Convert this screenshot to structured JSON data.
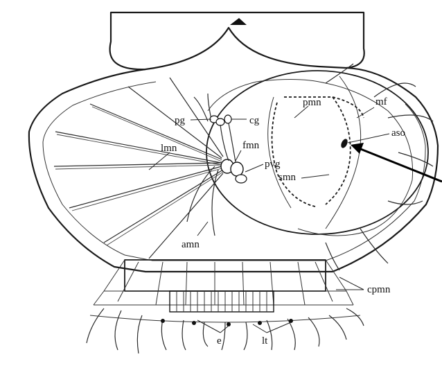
{
  "labels": {
    "pg": "pg",
    "cg": "cg",
    "pmn": "pmn",
    "mf": "mf",
    "aso": "aso",
    "lmn": "lmn",
    "fmn": "fmn",
    "pvg": "pvg",
    "smn": "smn",
    "amn": "amn",
    "cpmn": "cpmn",
    "e": "e",
    "lt": "lt"
  }
}
